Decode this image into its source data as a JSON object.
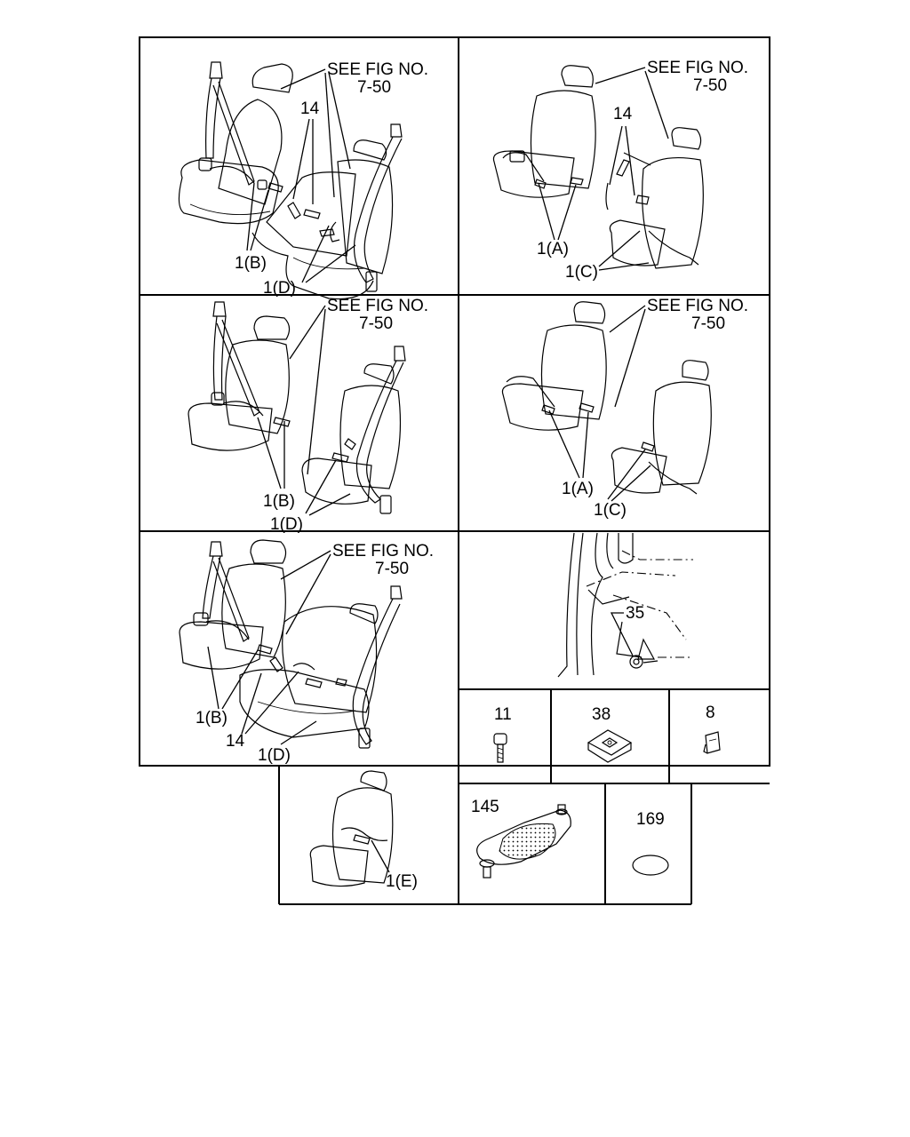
{
  "panels": [
    {
      "id": "p1",
      "see_fig": [
        "SEE FIG NO.",
        "7-50"
      ],
      "callouts": [
        "14",
        "1(B)",
        "1(D)"
      ]
    },
    {
      "id": "p2",
      "see_fig": [
        "SEE FIG NO.",
        "7-50"
      ],
      "callouts": [
        "14",
        "1(A)",
        "1(C)"
      ]
    },
    {
      "id": "p3",
      "see_fig": [
        "SEE FIG NO.",
        "7-50"
      ],
      "callouts": [
        "1(B)",
        "1(D)"
      ]
    },
    {
      "id": "p4",
      "see_fig": [
        "SEE FIG NO.",
        "7-50"
      ],
      "callouts": [
        "1(A)",
        "1(C)"
      ]
    },
    {
      "id": "p5",
      "see_fig": [
        "SEE FIG NO.",
        "7-50"
      ],
      "callouts": [
        "1(B)",
        "14",
        "1(D)"
      ]
    },
    {
      "id": "p6",
      "callouts": [
        "35"
      ]
    },
    {
      "id": "p7",
      "callouts": [
        "1(E)"
      ]
    }
  ],
  "parts": [
    {
      "id": "11",
      "label": "11"
    },
    {
      "id": "38",
      "label": "38"
    },
    {
      "id": "8",
      "label": "8"
    },
    {
      "id": "145",
      "label": "145"
    },
    {
      "id": "169",
      "label": "169"
    }
  ],
  "icons": {
    "bolt": "bolt-icon",
    "grommet": "grommet-icon",
    "clip": "clip-icon",
    "anchor-plate": "anchor-plate-icon",
    "washer": "oval-washer-icon"
  }
}
